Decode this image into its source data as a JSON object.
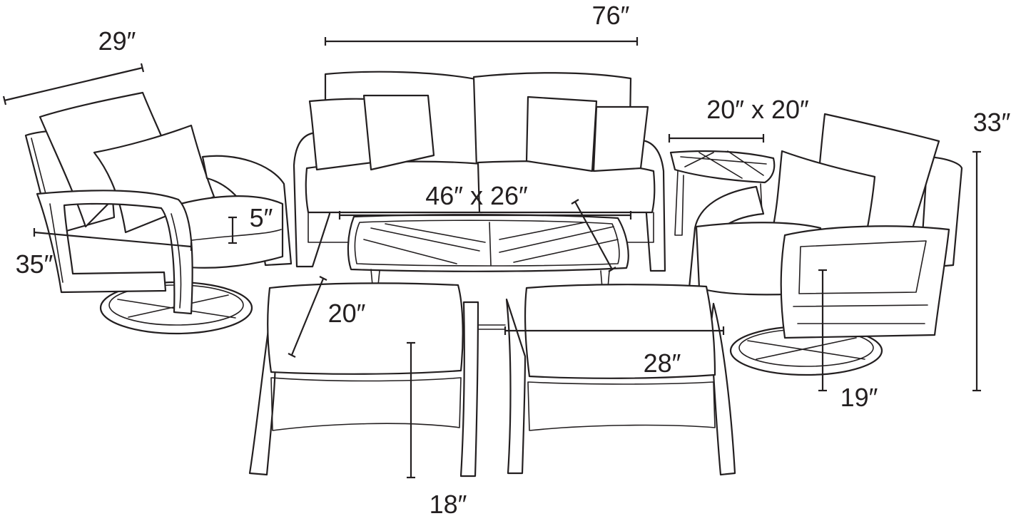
{
  "colors": {
    "line": "#231f20",
    "background": "#ffffff"
  },
  "dimensions": {
    "sofa_width": "76″",
    "chair_width": "29″",
    "chair_depth": "35″",
    "cushion_thickness": "5″",
    "coffee_table": "46″ x 26″",
    "side_table": "20″ x 20″",
    "overall_height": "33″",
    "seat_height": "19″",
    "ottoman_depth": "20″",
    "ottoman_width": "28″",
    "ottoman_height": "18″"
  }
}
